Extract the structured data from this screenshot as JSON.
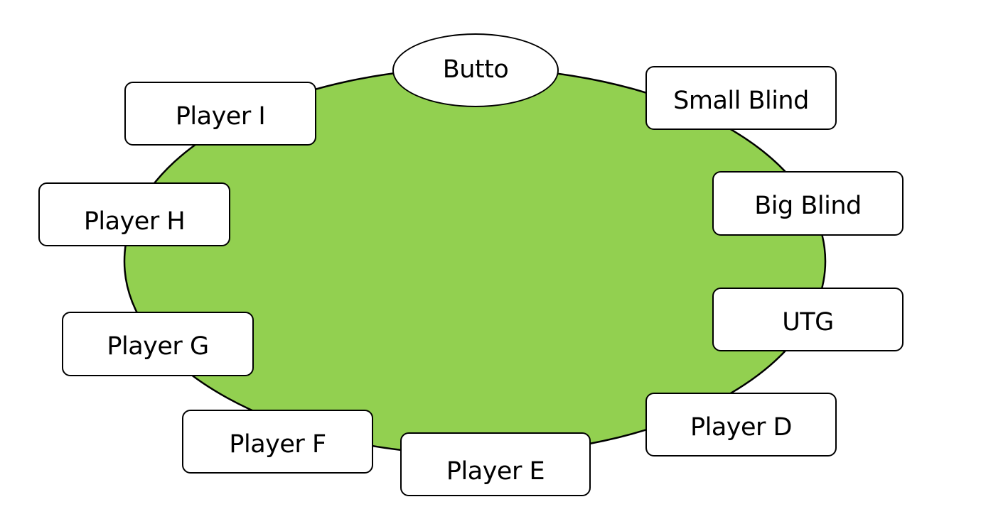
{
  "diagram": {
    "title": "Poker table seating positions",
    "table_color": "#92D050",
    "outline_color": "#000000",
    "button_label": "Butto",
    "seats": [
      {
        "id": "small-blind",
        "label": "Small Blind"
      },
      {
        "id": "big-blind",
        "label": "Big Blind"
      },
      {
        "id": "utg",
        "label": "UTG"
      },
      {
        "id": "player-d",
        "label": "Player D"
      },
      {
        "id": "player-e",
        "label": "Player E"
      },
      {
        "id": "player-f",
        "label": "Player F"
      },
      {
        "id": "player-g",
        "label": "Player G"
      },
      {
        "id": "player-h",
        "label": "Player H"
      },
      {
        "id": "player-i",
        "label": "Player I"
      }
    ]
  }
}
